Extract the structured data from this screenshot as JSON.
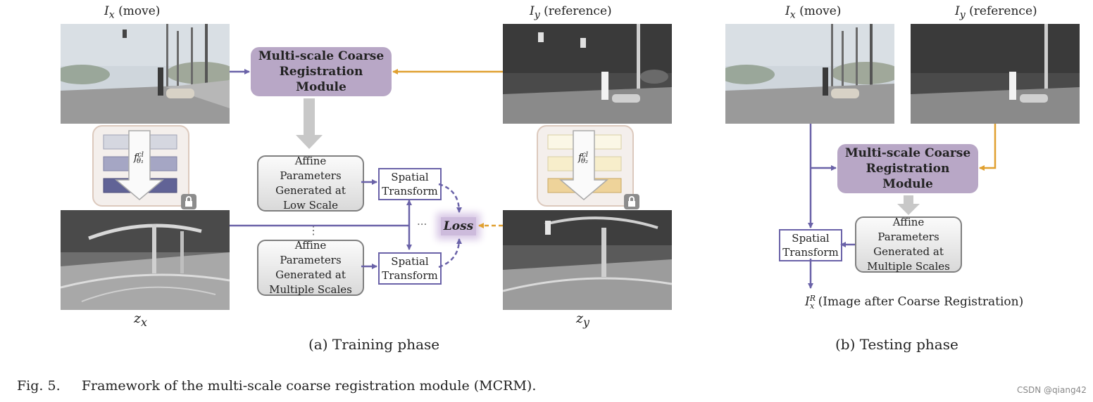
{
  "training": {
    "ix_label": "I",
    "ix_sub": "x",
    "ix_suffix": "(move)",
    "iy_label": "I",
    "iy_sub": "y",
    "iy_suffix": "(reference)",
    "module_title": "Multi-scale Coarse Registration Module",
    "encoder1": {
      "f": "f",
      "sup": "cl",
      "sub": "θ₁"
    },
    "encoder2": {
      "f": "f",
      "sup": "cl",
      "sub": "θ₂"
    },
    "affine_low": "Affine Parameters Generated at Low Scale",
    "affine_multi": "Affine Parameters Generated at Multiple Scales",
    "spatial_1": "Spatial Transform",
    "spatial_2": "Spatial Transform",
    "vdots": "⋮",
    "hdots": "···",
    "loss": "Loss",
    "zx": "z",
    "zx_sub": "x",
    "zy": "z",
    "zy_sub": "y",
    "caption": "(a) Training phase"
  },
  "testing": {
    "ix_label": "I",
    "ix_sub": "x",
    "ix_suffix": "(move)",
    "iy_label": "I",
    "iy_sub": "y",
    "iy_suffix": "(reference)",
    "module_title": "Multi-scale Coarse Registration Module",
    "affine_multi": "Affine Parameters Generated at Multiple Scales",
    "spatial": "Spatial Transform",
    "output_label": "I",
    "output_sub": "x",
    "output_sup": "R",
    "output_desc": "(Image after Coarse Registration)",
    "caption": "(b) Testing phase"
  },
  "figure_caption": "Fig. 5.     Framework of the multi-scale coarse registration module (MCRM).",
  "watermark": "CSDN @qiang42",
  "colors": {
    "module_fill": "#b8a7c6",
    "arrow_purple": "#6a62a8",
    "arrow_gold": "#e0a030",
    "gray_arrow": "#c8c8c8"
  }
}
